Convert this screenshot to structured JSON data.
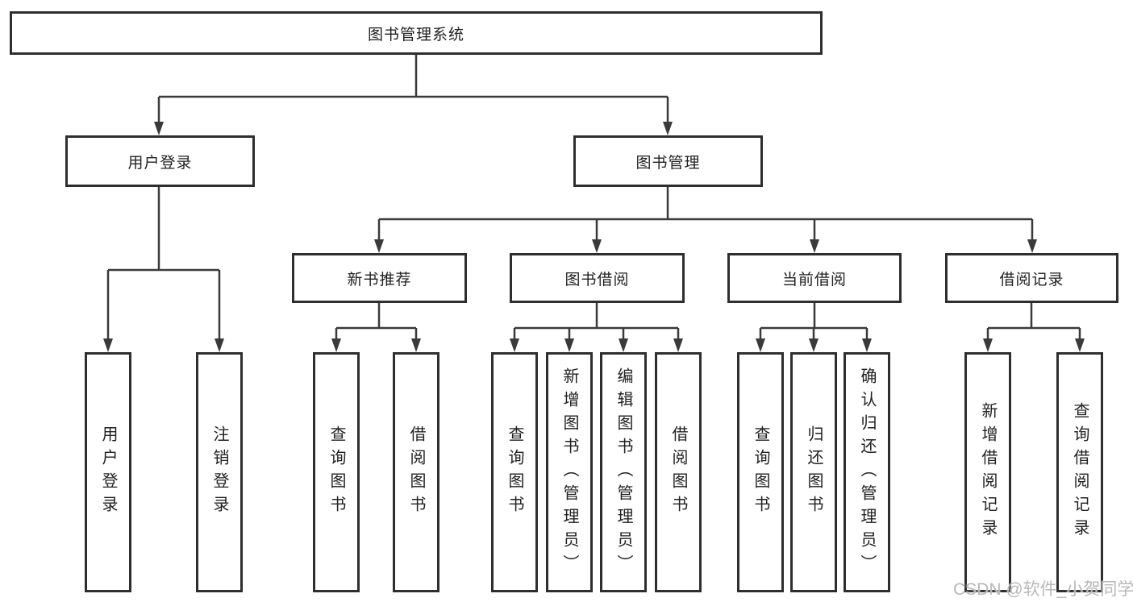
{
  "title": {
    "root": "图书管理系统"
  },
  "level2": {
    "user_login": "用户登录",
    "book_mgmt": "图书管理"
  },
  "level3": {
    "new_books": "新书推荐",
    "borrowing": "图书借阅",
    "current": "当前借阅",
    "records": "借阅记录"
  },
  "leaves": {
    "user_login_1": "用户登录",
    "user_login_2": "注销登录",
    "new_books_1": "查询图书",
    "new_books_2": "借阅图书",
    "borrowing_1": "查询图书",
    "borrowing_2": "新增图书（管理员）",
    "borrowing_3": "编辑图书（管理员）",
    "borrowing_4": "借阅图书",
    "current_1": "查询图书",
    "current_2": "归还图书",
    "current_3": "确认归还（管理员）",
    "records_1": "新增借阅记录",
    "records_2": "查询借阅记录"
  },
  "watermark": "CSDN @软件_小贺同学",
  "colors": {
    "line": "#3a3a3a",
    "border": "#2e2e2e",
    "text": "#212121",
    "watermark": "#b8b8b8"
  }
}
